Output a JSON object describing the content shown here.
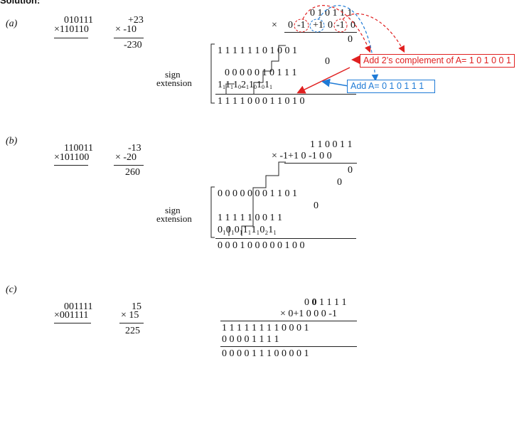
{
  "header": {
    "title": "Solution:"
  },
  "a": {
    "label": "(a)",
    "bin_multiplicand": "010111",
    "bin_multiplier": "×110110",
    "dec_multiplicand": "+23",
    "dec_multiplier": "×  -10",
    "dec_product": "-230",
    "booth_multiplicand": "0 1 0 1 1 1",
    "booth_multiplier_prefix": "×",
    "booth_digits": [
      "0",
      "-1",
      "+1",
      "0",
      "-1",
      "0"
    ],
    "partial_zero_1": "0",
    "partial_row_1": "1 1 1 1 1 1 0 1 0 0 1",
    "partial_zero_2": "0",
    "partial_row_2": "0 0 0 0 0 1 0 1 1 1",
    "partial_row_3": [
      [
        "1",
        "1"
      ],
      [
        "1",
        "1"
      ],
      [
        "1",
        "0"
      ],
      [
        "2",
        "1"
      ],
      [
        "1",
        "0"
      ],
      [
        "1",
        "0"
      ],
      [
        "1",
        "1"
      ]
    ],
    "result": "1 1 1 1 0 0 0 1 1 0 1 0",
    "sign_extension": [
      "sign",
      "extension"
    ],
    "annotation_red": "Add 2’s complement of A= 1 0 1 0 0 1",
    "annotation_blue": "Add A= 0 1 0 1 1 1"
  },
  "b": {
    "label": "(b)",
    "bin_multiplicand": "110011",
    "bin_multiplier": "×101100",
    "dec_multiplicand": "-13",
    "dec_multiplier": "×  -20",
    "dec_product": "260",
    "booth_multiplicand": "1 1 0 0 1 1",
    "booth_multiplier": "×  -1+1  0 -1  0  0",
    "partial_zero_1": "0",
    "partial_zero_2": "0",
    "partial_row_1": "0 0 0 0 0 0 0 1 1 0 1",
    "partial_zero_3": "0",
    "partial_row_2": "1 1 1 1 1 0 0 1 1",
    "partial_row_3": "0₁0₁0₁1₁1₁0₂1₁",
    "result": "0 0 0 1 0 0 0 0 0 1 0 0",
    "sign_extension": [
      "sign",
      "extension"
    ]
  },
  "c": {
    "label": "(c)",
    "bin_multiplicand": "001111",
    "bin_multiplier": "×001111",
    "dec_multiplicand": "15",
    "dec_multiplier": "×  15",
    "dec_product": "225",
    "booth_multiplicand_prefix": "0",
    "booth_multiplicand_bold": "0",
    "booth_multiplicand_rest": "1 1 1 1",
    "booth_multiplier": "×  0+1  0  0  0 -1",
    "partial_row_1": "1 1 1 1 1 1 1 1 0 0 0 1",
    "partial_row_2": "0 0 0 0 1 1 1 1",
    "result": "0 0 0 0 1 1 1 0 0 0 0 1"
  },
  "colors": {
    "red": "#e02020",
    "blue": "#1e7ad6"
  }
}
